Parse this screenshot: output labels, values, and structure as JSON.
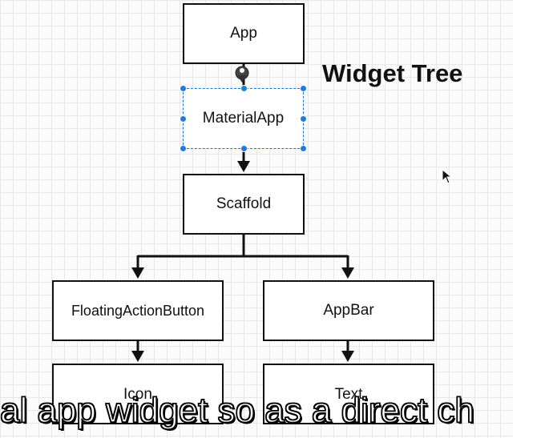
{
  "diagram": {
    "title": "Widget Tree",
    "nodes": [
      {
        "id": "app",
        "label": "App"
      },
      {
        "id": "materialapp",
        "label": "MaterialApp",
        "selected": true
      },
      {
        "id": "scaffold",
        "label": "Scaffold"
      },
      {
        "id": "fab",
        "label": "FloatingActionButton"
      },
      {
        "id": "appbar",
        "label": "AppBar"
      },
      {
        "id": "icon",
        "label": "Icon"
      },
      {
        "id": "text",
        "label": "Text"
      }
    ],
    "edges": [
      {
        "from": "app",
        "to": "materialapp"
      },
      {
        "from": "materialapp",
        "to": "scaffold"
      },
      {
        "from": "scaffold",
        "to": "fab"
      },
      {
        "from": "scaffold",
        "to": "appbar"
      },
      {
        "from": "fab",
        "to": "icon"
      },
      {
        "from": "appbar",
        "to": "text"
      }
    ]
  },
  "caption": {
    "text": "al app widget so as a direct ch"
  },
  "colors": {
    "selection": "#1e7be6",
    "stroke": "#111111"
  },
  "icons": {
    "connection_anchor": "anchor-icon",
    "cursor": "mouse-cursor-icon"
  }
}
